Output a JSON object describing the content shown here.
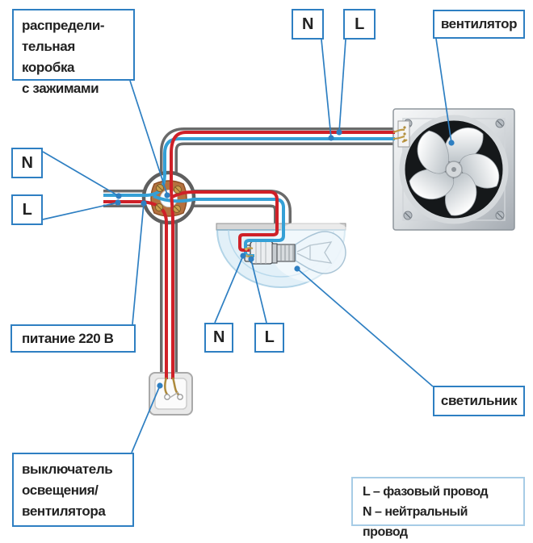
{
  "callouts": {
    "junction_box": "распредели-\nтельная коробка\nс зажимами",
    "fan_cable_n": "N",
    "fan_cable_l": "L",
    "fan": "вентилятор",
    "mains_n": "N",
    "mains_l": "L",
    "power": "питание 220 В",
    "lamp_n": "N",
    "lamp_l": "L",
    "lamp": "светильник",
    "switch": "выключатель\nосвещения/\nвентилятора"
  },
  "legend": {
    "line1": "L – фазовый провод",
    "line2": "N – нейтральный провод"
  },
  "colors": {
    "callout_border": "#2e7fc2",
    "legend_border": "#a7cce6",
    "phase_wire_red": "#cf2028",
    "neutral_wire_blue": "#35a0d6",
    "cable_sheath_gray": "#6a6a6a",
    "terminal_copper": "#b5713f",
    "terminal_brass": "#caa04e"
  },
  "icons": {
    "fan": "fan-icon",
    "junction_box": "junction-box-icon",
    "lamp": "light-bulb-icon",
    "switch": "switch-icon"
  }
}
